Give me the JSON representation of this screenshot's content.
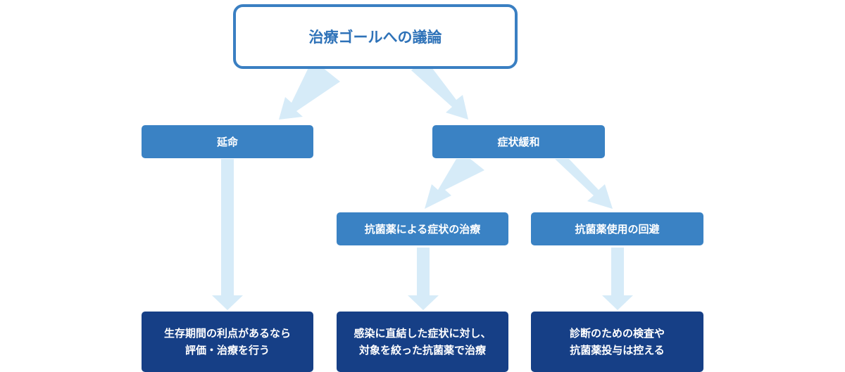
{
  "root": {
    "label": "治療ゴールへの議論"
  },
  "level1": [
    {
      "label": "延命"
    },
    {
      "label": "症状緩和"
    }
  ],
  "level2": [
    {
      "label": "抗菌薬による症状の治療"
    },
    {
      "label": "抗菌薬使用の回避"
    }
  ],
  "leaves": [
    {
      "lines": [
        "生存期間の利点があるなら",
        "評価・治療を行う"
      ]
    },
    {
      "lines": [
        "感染に直結した症状に対し、",
        "対象を絞った抗菌薬で治療"
      ]
    },
    {
      "lines": [
        "診断のための検査や",
        "抗菌薬投与は控える"
      ]
    }
  ],
  "colors": {
    "root_border": "#3a7fc2",
    "root_text": "#2e72b8",
    "mid_fill": "#3a82c4",
    "leaf_fill": "#163f86",
    "arrow_fill": "#d6ebf8"
  }
}
